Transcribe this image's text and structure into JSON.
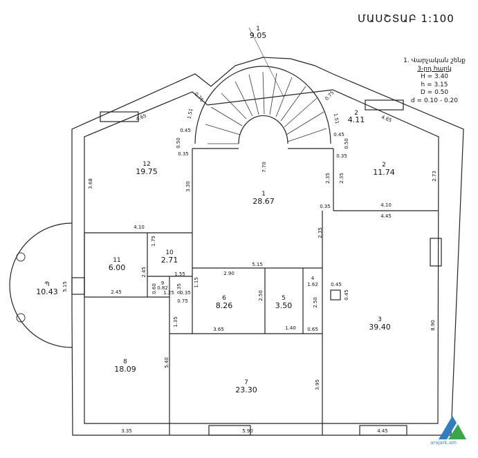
{
  "title": "ՄԱՍՇՏԱԲ 1:100",
  "legend": {
    "building": "1. Վարչական շենք",
    "floor": "3-րդ հարկ",
    "params": [
      "H = 3.40",
      "h = 3.15",
      "D = 0.50",
      "d = 0.10 - 0.20"
    ]
  },
  "rooms": [
    {
      "n": "1",
      "area": "9.05"
    },
    {
      "n": "2",
      "area": "4.11"
    },
    {
      "n": "12",
      "area": "19.75"
    },
    {
      "n": "1",
      "area": "28.67"
    },
    {
      "n": "2",
      "area": "11.74"
    },
    {
      "n": "11",
      "area": "6.00"
    },
    {
      "n": "10",
      "area": "2.71"
    },
    {
      "n": "Պ",
      "area": "10.43"
    },
    {
      "n": "9",
      "area": "0.82"
    },
    {
      "n": "6",
      "area": "8.26"
    },
    {
      "n": "5",
      "area": "3.50"
    },
    {
      "n": "4",
      "area": "1.62"
    },
    {
      "n": "3",
      "area": "39.40"
    },
    {
      "n": "8",
      "area": "18.09"
    },
    {
      "n": "7",
      "area": "23.30"
    }
  ],
  "dims": [
    "4.65",
    "0.75",
    "1.51",
    "0.45",
    "0.50",
    "0.35",
    "3.68",
    "3.30",
    "7.70",
    "2.35",
    "0.75",
    "1.51",
    "4.65",
    "0.45",
    "0.50",
    "0.35",
    "2.35",
    "2.73",
    "0.35",
    "4.10",
    "4.45",
    "4.10",
    "1.75",
    "2.35",
    "5.15",
    "2.45",
    "1.55",
    "0.60",
    "0.35",
    "1.25",
    "0.35",
    "2.45",
    "0.75",
    "1.15",
    "2.90",
    "2.50",
    "2.50",
    "0.45",
    "0.45",
    "1.35",
    "3.65",
    "1.40",
    "0.65",
    "5.15",
    "8.90",
    "5.40",
    "3.95",
    "3.35",
    "5.90",
    "4.45"
  ],
  "watermark": "arajark.am"
}
